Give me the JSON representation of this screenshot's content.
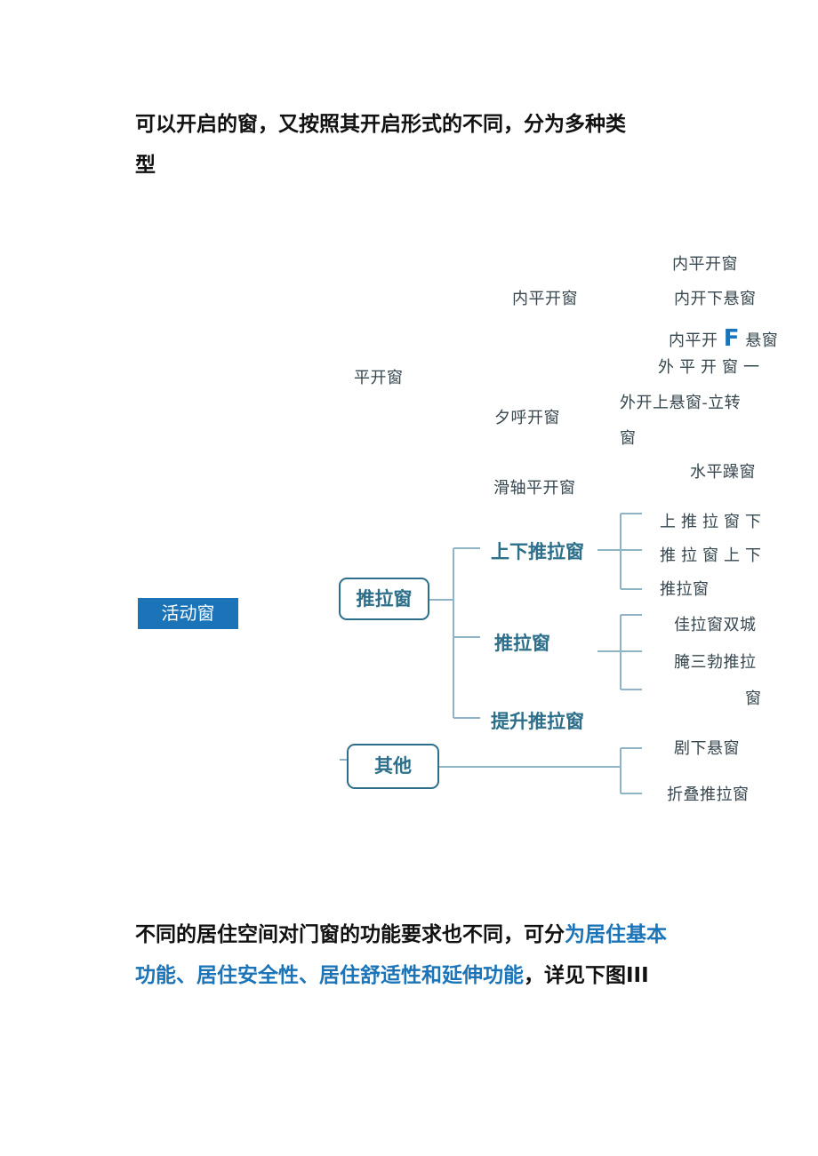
{
  "intro": {
    "line1": "可以开启的窗，又按照其开启形式的不同，分为多种类",
    "line2": "型"
  },
  "diagram": {
    "root_label": "活动窗",
    "casement": {
      "label": "平开窗",
      "inward": {
        "label": "内平开窗",
        "leaves": [
          "内平开窗",
          "内开下悬窗",
          "内平开",
          "F",
          "悬窗"
        ]
      },
      "outward": {
        "label": "夕呼开窗",
        "leaves": [
          "外平开窗一",
          "外开上悬窗-立转",
          "窗"
        ]
      },
      "sliding_hinge": {
        "label": "滑轴平开窗",
        "leaves": [
          "水平躁窗"
        ]
      }
    },
    "sliding": {
      "label": "推拉窗",
      "vertical": {
        "label": "上下推拉窗",
        "leaves": [
          "上推拉窗下",
          "推拉窗上下",
          "推拉窗"
        ]
      },
      "horizontal": {
        "label": "推拉窗",
        "leaves": [
          "佳拉窗双城",
          "腌三勃推拉",
          "窗"
        ]
      },
      "lift": {
        "label": "提升推拉窗"
      }
    },
    "other": {
      "label": "其他",
      "leaves": [
        "剧下悬窗",
        "折叠推拉窗"
      ]
    }
  },
  "outro": {
    "text_before": "不同的居住空间对门窗的功能要求也不同，可分",
    "highlight": "为居住基本功能、居住安全性、居住舒适性和延伸功能",
    "text_after": "，详见下图III"
  },
  "colors": {
    "accent": "#1b74b8",
    "node_stroke": "#2d6f8a"
  }
}
